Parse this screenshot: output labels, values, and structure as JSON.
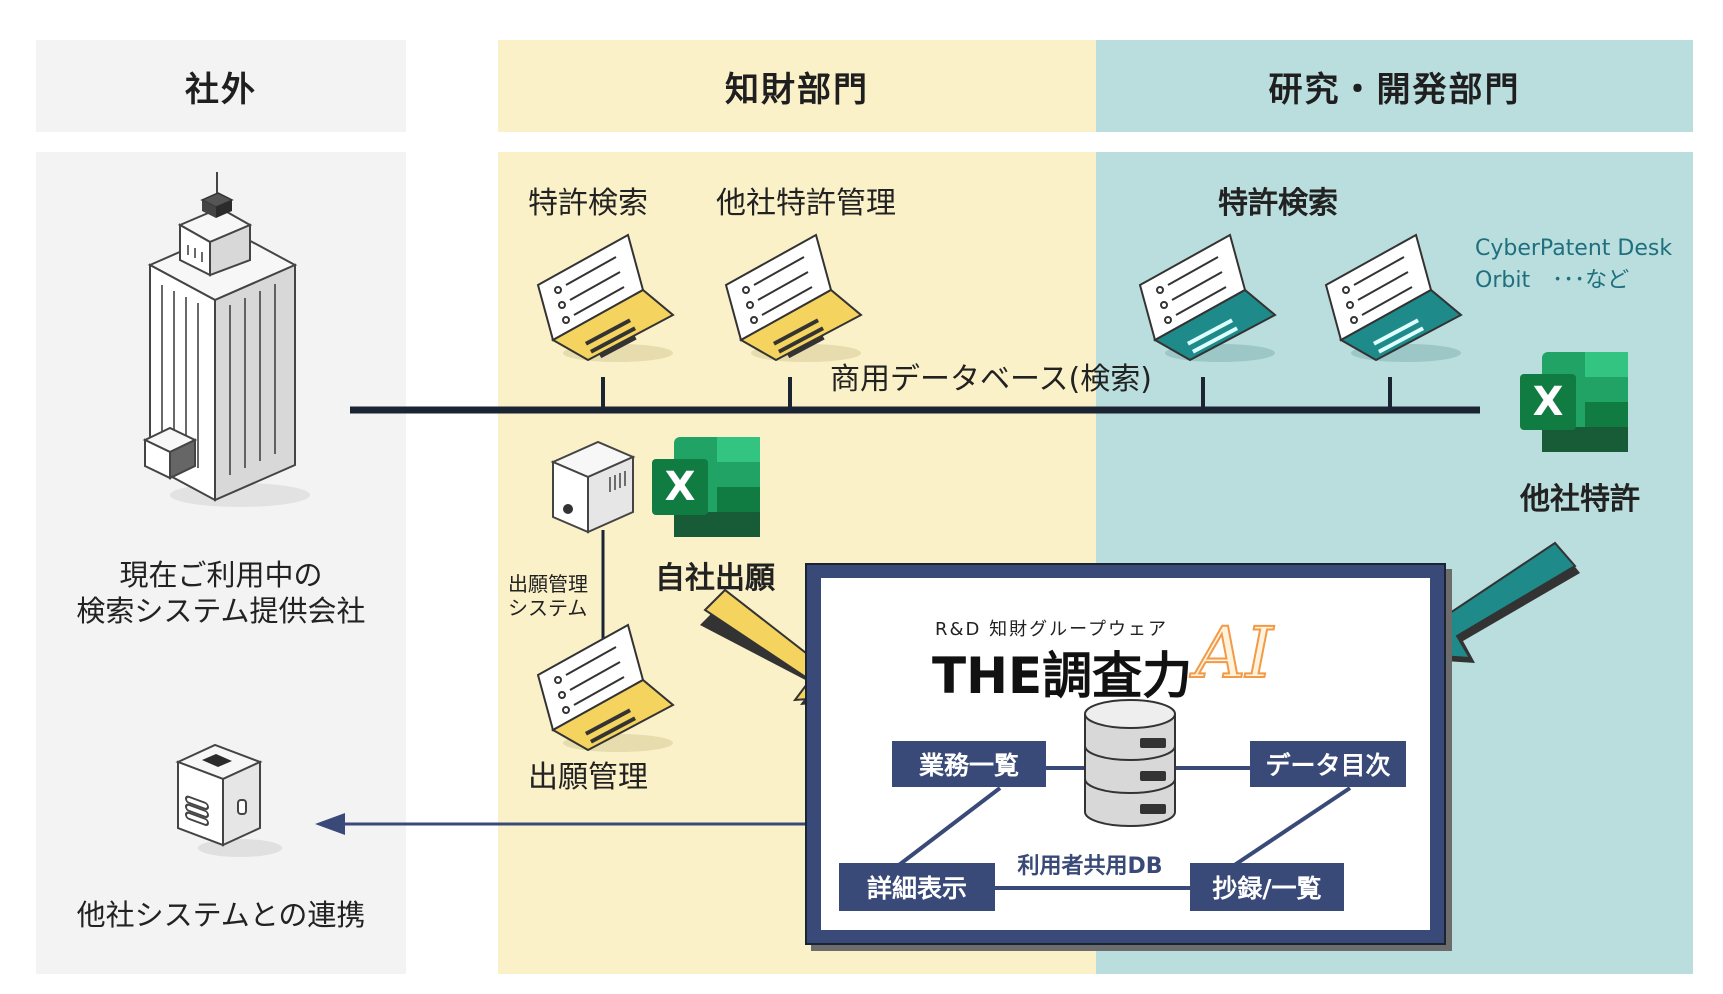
{
  "columns": {
    "external": "社外",
    "ip_dept": "知財部門",
    "rnd_dept": "研究・開発部門"
  },
  "external": {
    "provider_line1": "現在ご利用中の",
    "provider_line2": "検索システム提供会社",
    "integration": "他社システムとの連携"
  },
  "ip_dept": {
    "patent_search": "特許検索",
    "competitor_mgmt": "他社特許管理",
    "application_mgmt_system_line1": "出願管理",
    "application_mgmt_system_line2": "システム",
    "own_applications": "自社出願",
    "application_mgmt": "出願管理",
    "excel_letter": "X"
  },
  "rnd_dept": {
    "patent_search": "特許検索",
    "tools_line1": "CyberPatent Desk",
    "tools_line2": "Orbit　･･･など",
    "competitor_patents": "他社特許",
    "excel_letter": "X"
  },
  "bus_label": "商用データベース(検索)",
  "product": {
    "subtitle": "R&D 知財グループウェア",
    "name": "THE調査力",
    "name_suffix": "AI",
    "db_label": "利用者共用DB",
    "nodes": {
      "business_list": "業務一覧",
      "data_index": "データ目次",
      "detail_view": "詳細表示",
      "excerpt_list": "抄録/一覧"
    }
  },
  "colors": {
    "external_bg": "#f3f3f3",
    "ip_bg": "#fbf1c9",
    "rnd_bg": "#b9dedd",
    "yellow_accent": "#f4d35e",
    "teal_accent": "#1f8a8a",
    "navy": "#3a4a78",
    "dark_line": "#1a2433"
  }
}
